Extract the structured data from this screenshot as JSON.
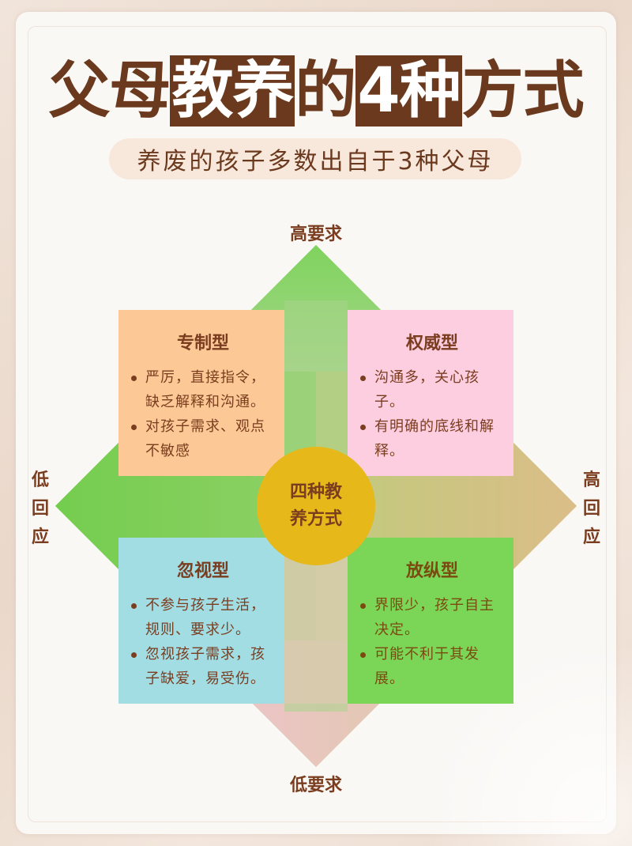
{
  "title": {
    "parts": [
      {
        "text": "父母",
        "highlight": false
      },
      {
        "text": "教养",
        "highlight": true
      },
      {
        "text": "的",
        "highlight": false
      },
      {
        "text": "4种",
        "highlight": true
      },
      {
        "text": "方式",
        "highlight": false
      }
    ]
  },
  "subtitle": "养废的孩子多数出自于3种父母",
  "axes": {
    "top": "高要求",
    "bottom": "低要求",
    "left": [
      "低",
      "回",
      "应"
    ],
    "right": [
      "高",
      "回",
      "应"
    ]
  },
  "center": {
    "line1": "四种教",
    "line2": "养方式",
    "color": "#e6b81a"
  },
  "quadrants": {
    "top_left": {
      "title": "专制型",
      "color": "#fcc996",
      "items": [
        "严厉，直接指令，缺乏解释和沟通。",
        "对孩子需求、观点不敏感"
      ]
    },
    "top_right": {
      "title": "权威型",
      "color": "#fdcde0",
      "items": [
        "沟通多，关心孩子。",
        "有明确的底线和解释。"
      ]
    },
    "bottom_left": {
      "title": "忽视型",
      "color": "#a2dde4",
      "items": [
        "不参与孩子生活，规则、要求少。",
        "忽视孩子需求，孩子缺爱，易受伤。"
      ]
    },
    "bottom_right": {
      "title": "放纵型",
      "color": "#7bd657",
      "items": [
        "界限少，孩子自主决定。",
        "可能不利于其发展。"
      ]
    }
  },
  "colors": {
    "text_brown": "#6b3a1e",
    "diamond_top": "#7fd35e",
    "diamond_right": "#d7bf86",
    "diamond_bottom": "#efc5cc",
    "diamond_left": "#7ccf52"
  }
}
